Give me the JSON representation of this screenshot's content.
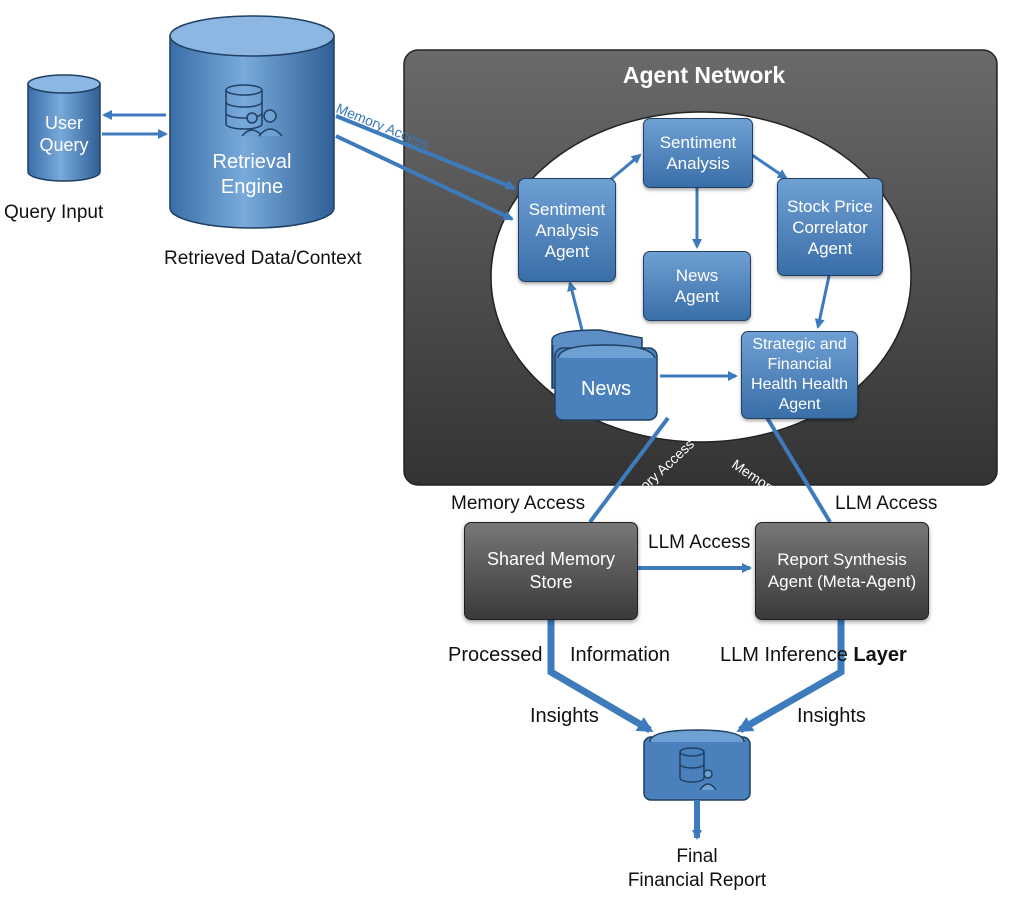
{
  "user_query": "User\nQuery",
  "query_input": "Query Input",
  "retrieval_engine": "Retrieval\nEngine",
  "retrieved_data": "Retrieved Data/Context",
  "agent_network": "Agent Network",
  "agents": {
    "sentiment_top": "Sentiment\nAnalysis",
    "sentiment_left": "Sentiment\nAnalysis\nAgent",
    "news_agent": "News\nAgent",
    "stock_price": "Stock Price\nCorrelator\nAgent",
    "news": "News",
    "strategic": "Strategic and\nFinancial\nHealth Health\nAgent"
  },
  "memory_access_rot": "Memory Access",
  "memory_access_label": "Memory Access",
  "llm_access_right": "LLM Access",
  "shared_memory": "Shared Memory\nStore",
  "llm_access_mid": "LLM Access",
  "report_synthesis": "Report Synthesis\nAgent (Meta-Agent)",
  "processed": "Processed",
  "information": "Information",
  "llm_inference": "LLM Inference",
  "layer": "Layer",
  "insights_left": "Insights",
  "insights_right": "Insights",
  "final_report": "Final\nFinancial Report",
  "colors": {
    "arrow": "#3d7bbd",
    "blue_box": "#4a80bb",
    "dark_panel": "#4a4a4a"
  }
}
